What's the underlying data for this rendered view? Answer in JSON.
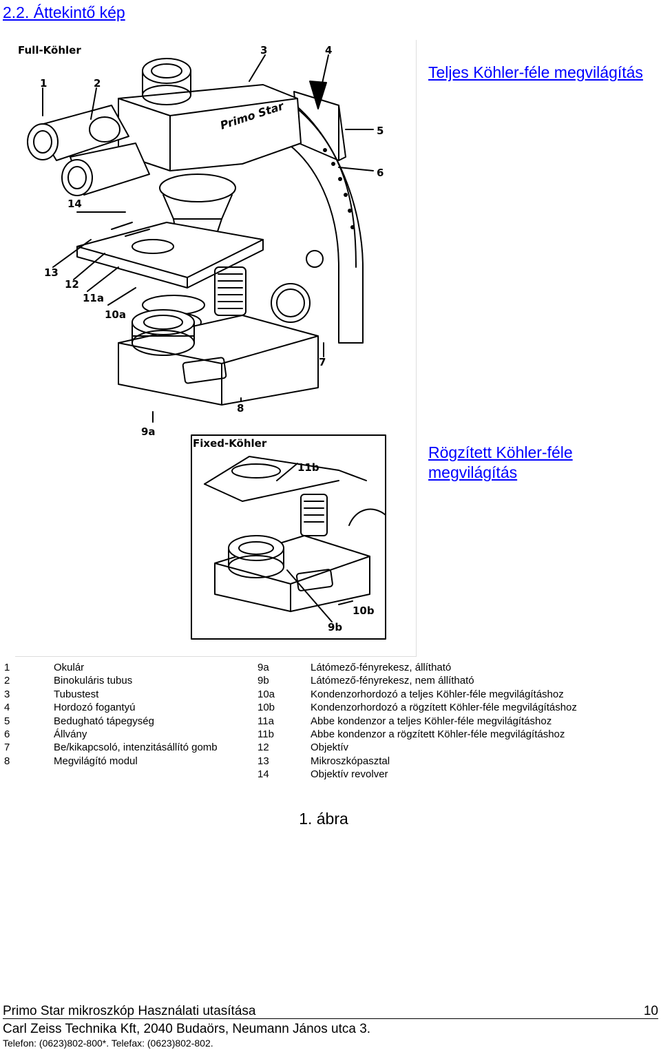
{
  "section_title": "2.2. Áttekintő kép",
  "figure": {
    "full_kohler_title": "Full-Köhler",
    "fixed_kohler_title": "Fixed-Köhler",
    "brand_text": "Primo Star",
    "callouts": [
      "1",
      "2",
      "3",
      "4",
      "5",
      "6",
      "7",
      "8",
      "9a",
      "10a",
      "11a",
      "12",
      "13",
      "14",
      "11b",
      "10b",
      "9b"
    ]
  },
  "side_labels": {
    "full": "Teljes Köhler-féle megvilágítás",
    "fixed": "Rögzített Köhler-féle megvilágítás"
  },
  "legend_left": [
    {
      "num": "1",
      "text": "Okulár"
    },
    {
      "num": "2",
      "text": "Binokuláris tubus"
    },
    {
      "num": "3",
      "text": "Tubustest"
    },
    {
      "num": "4",
      "text": "Hordozó fogantyú"
    },
    {
      "num": "5",
      "text": "Bedugható tápegység"
    },
    {
      "num": "6",
      "text": "Állvány"
    },
    {
      "num": "7",
      "text": "Be/kikapcsoló, intenzitásállító gomb"
    },
    {
      "num": "8",
      "text": "Megvilágító modul"
    }
  ],
  "legend_right": [
    {
      "num": "9a",
      "text": "Látómező-fényrekesz, állítható"
    },
    {
      "num": "9b",
      "text": "Látómező-fényrekesz, nem állítható"
    },
    {
      "num": "10a",
      "text": "Kondenzorhordozó a teljes Köhler-féle megvilágításhoz"
    },
    {
      "num": "10b",
      "text": "Kondenzorhordozó a rögzített Köhler-féle megvilágításhoz"
    },
    {
      "num": "11a",
      "text": "Abbe kondenzor a teljes Köhler-féle megvilágításhoz"
    },
    {
      "num": "11b",
      "text": "Abbe kondenzor a rögzített Köhler-féle megvilágításhoz"
    },
    {
      "num": "12",
      "text": "Objektív"
    },
    {
      "num": "13",
      "text": "Mikroszkópasztal"
    },
    {
      "num": "14",
      "text": "Objektív revolver"
    }
  ],
  "caption": "1.  ábra",
  "footer": {
    "manual_title": "Primo Star mikroszkóp Használati utasítása",
    "page_number": "10",
    "address": "Carl Zeiss Technika Kft, 2040 Budaörs, Neumann János utca 3.",
    "contact": "Telefon: (0623)802-800*. Telefax: (0623)802-802."
  }
}
